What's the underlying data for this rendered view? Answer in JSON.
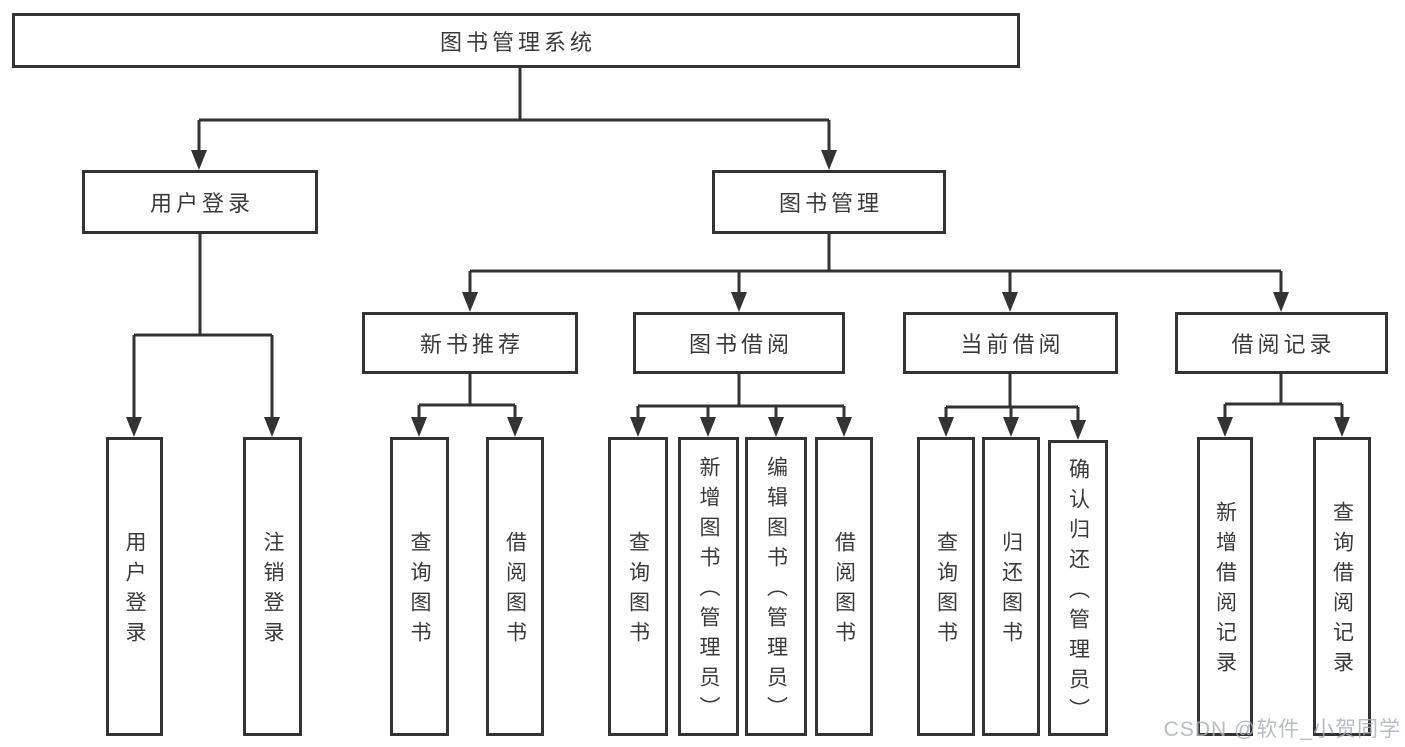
{
  "diagram": {
    "root": {
      "label": "图书管理系统"
    },
    "branches": [
      {
        "label": "用户登录",
        "children": [
          {
            "label": "用户登录"
          },
          {
            "label": "注销登录"
          }
        ]
      },
      {
        "label": "图书管理",
        "children": [
          {
            "label": "新书推荐",
            "children": [
              {
                "label": "查询图书"
              },
              {
                "label": "借阅图书"
              }
            ]
          },
          {
            "label": "图书借阅",
            "children": [
              {
                "label": "查询图书"
              },
              {
                "label": "新增图书（管理员）"
              },
              {
                "label": "编辑图书（管理员）"
              },
              {
                "label": "借阅图书"
              }
            ]
          },
          {
            "label": "当前借阅",
            "children": [
              {
                "label": "查询图书"
              },
              {
                "label": "归还图书"
              },
              {
                "label": "确认归还（管理员）"
              }
            ]
          },
          {
            "label": "借阅记录",
            "children": [
              {
                "label": "新增借阅记录"
              },
              {
                "label": "查询借阅记录"
              }
            ]
          }
        ]
      }
    ]
  },
  "watermark": {
    "text": "CSDN @软件_小贺同学"
  },
  "colors": {
    "line": "#333333",
    "text": "#3a3a3a",
    "background": "#ffffff",
    "watermark": "#acb0ba"
  }
}
